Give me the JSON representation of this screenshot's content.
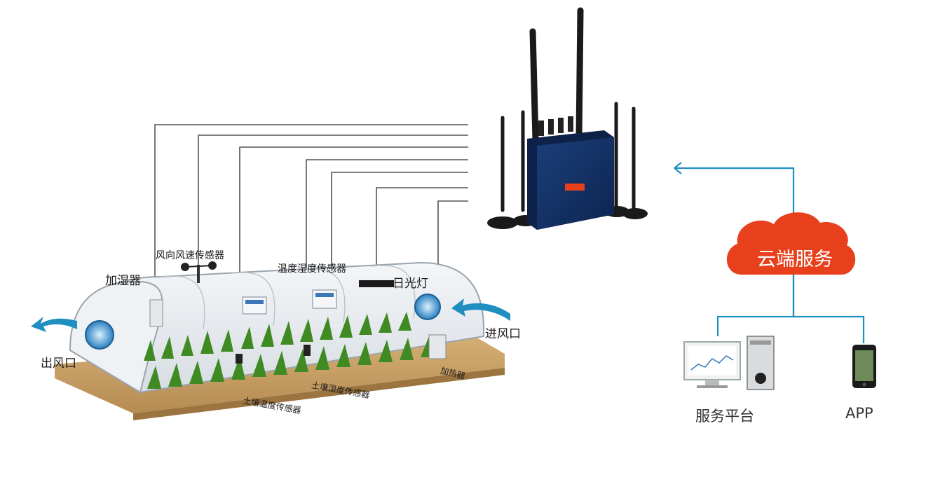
{
  "labels": {
    "anemometer": "风向风速传感器",
    "humidifier": "加湿器",
    "temp_humidity_sensor": "温度湿度传感器",
    "grow_light": "日光灯",
    "outlet": "出风口",
    "inlet": "进风口",
    "heater": "加热器",
    "soil_moisture_sensor": "土壤湿度传感器",
    "soil_temp_sensor": "土壤温度传感器",
    "cloud": "云端服务",
    "platform": "服务平台",
    "app": "APP"
  },
  "colors": {
    "cloud": "#e8401c",
    "arrow": "#1f8fc2",
    "wire": "#555555",
    "soil": "#c9a16a"
  }
}
